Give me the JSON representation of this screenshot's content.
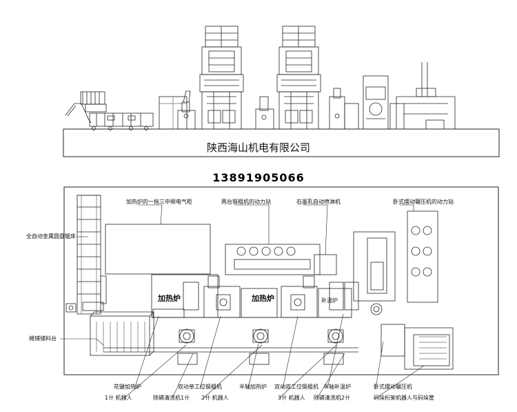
{
  "header": {
    "company_name": "陕西海山机电有限公司",
    "phone": "13891905066"
  },
  "labels": {
    "cabinet": "加热炉的一拖三中频电气柜",
    "hydraulic": "两台锻粗机的动力站",
    "graphite": "石墨乳自动喷淋机",
    "horizontal_power": "卧式摆动辗压机的动力站",
    "saw": "全自动金属圆盘锯床",
    "storage": "摊铺储料台",
    "furnace_1": "加热炉",
    "furnace_2": "加热炉",
    "reheat": "补温炉",
    "spline_heater": "花键加热炉",
    "robot_1": "1卄 机器人",
    "scale_clean_1": "除磷清洗机1卄",
    "double_upset_1": "双动单工位锻粗机",
    "robot_2": "2卄 机器人",
    "half_shaft_heater": "半轴加热炉",
    "double_upset_2": "双动双工位锻粗机",
    "robot_3": "3卄 机器人",
    "scale_clean_2": "除磷清洗机2卄",
    "half_shaft_reheat": "半轴补温炉",
    "swing_press": "卧式摆动辗压机",
    "gantry": "码垛桁架机器人与码垛筐"
  }
}
